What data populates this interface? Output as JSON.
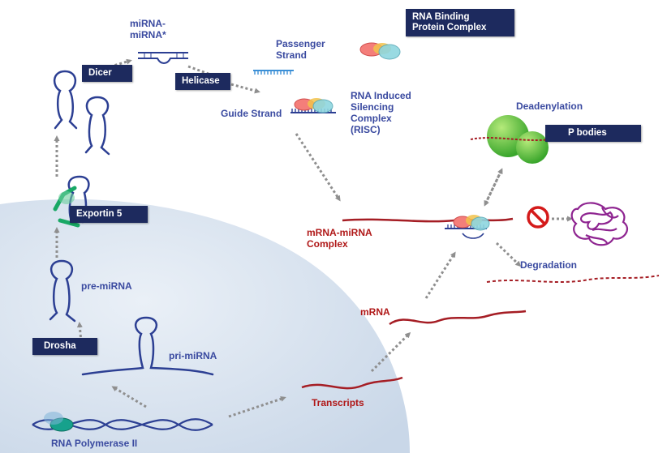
{
  "labels": {
    "mirna_star": "miRNA-\nmiRNA*",
    "passenger": "Passenger\nStrand",
    "guide": "Guide Strand",
    "risc": "RNA Induced\nSilencing\nComplex\n(RISC)",
    "deadenylation": "Deadenylation",
    "mrna_mirna": "mRNA-miRNA\nComplex",
    "degradation": "Degradation",
    "pre_mirna": "pre-miRNA",
    "pri_mirna": "pri-miRNA",
    "mrna": "mRNA",
    "transcripts": "Transcripts",
    "rna_pol": "RNA Polymerase II"
  },
  "boxes": {
    "rbp_complex": "RNA Binding\nProtein Complex",
    "dicer": "Dicer",
    "helicase": "Helicase",
    "p_bodies": "P bodies",
    "exportin": "Exportin 5",
    "drosha": "Drosha"
  },
  "colors": {
    "strand_blue": "#2c3f93",
    "mrna_red": "#a51d24",
    "box_navy": "#1d2a5e",
    "nucleus_fill": "#dfe8f3",
    "arrow_gray": "#8f8f8f",
    "deadenylation_green": "#4cb535",
    "aggregate_purple": "#8e2490",
    "exportin_green": "#18a865"
  }
}
